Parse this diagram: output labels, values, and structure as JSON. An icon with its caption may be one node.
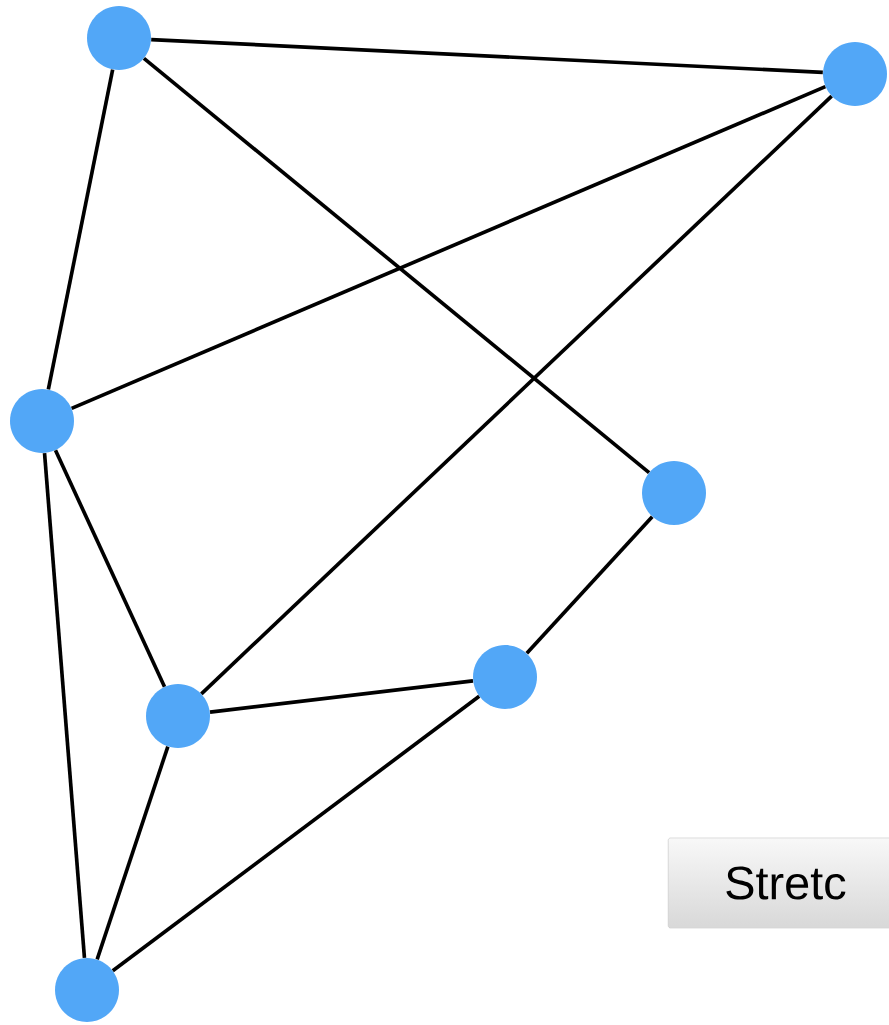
{
  "diagram": {
    "nodes": [
      {
        "text": [],
        "shape": "circle"
      },
      {
        "text": [],
        "shape": "circle"
      },
      {
        "text": [],
        "shape": "circle"
      },
      {
        "text": [],
        "shape": "circle"
      },
      {
        "text": [],
        "shape": "circle"
      },
      {
        "text": [],
        "shape": "circle"
      },
      {
        "text": [],
        "shape": "circle"
      },
      {
        "text": [
          "Stretc"
        ]
      }
    ],
    "edges": [
      {
        "from": 0,
        "to": 1,
        "arrow": "none"
      },
      {
        "from": 0,
        "to": 3,
        "arrow": "none"
      },
      {
        "from": 0,
        "to": 2,
        "arrow": "none"
      },
      {
        "from": 1,
        "to": 2,
        "arrow": "none"
      },
      {
        "from": 1,
        "to": 5,
        "arrow": "none"
      },
      {
        "from": 2,
        "to": 5,
        "arrow": "none"
      },
      {
        "from": 2,
        "to": 6,
        "arrow": "none"
      },
      {
        "from": 5,
        "to": 4,
        "arrow": "none"
      },
      {
        "from": 4,
        "to": 3,
        "arrow": "none"
      },
      {
        "from": 5,
        "to": 6,
        "arrow": "none"
      },
      {
        "from": 4,
        "to": 6,
        "arrow": "none"
      }
    ]
  }
}
